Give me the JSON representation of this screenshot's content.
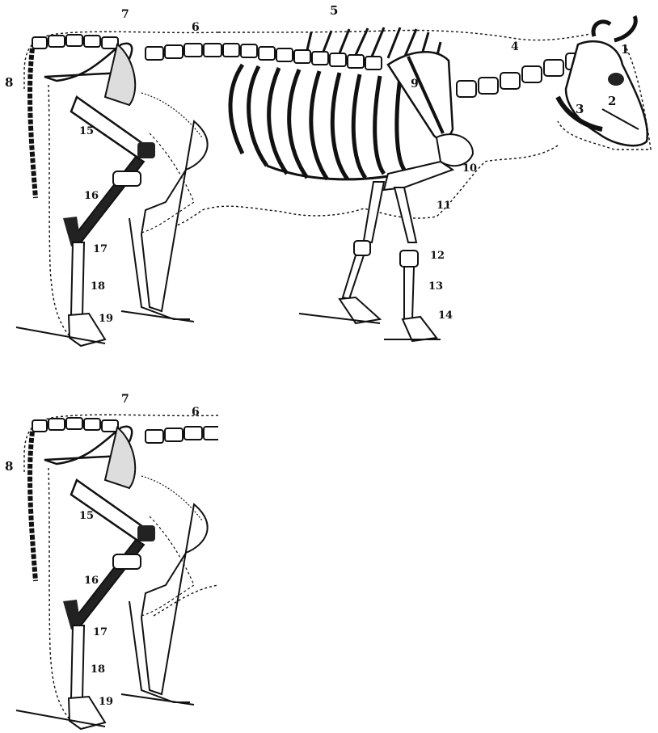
{
  "figure": {
    "main_labels": {
      "l1": "1",
      "l2": "2",
      "l3": "3",
      "l4": "4",
      "l5": "5",
      "l6": "6",
      "l7": "7",
      "l8": "8",
      "l9": "9",
      "l10": "10",
      "l11": "11",
      "l12": "12",
      "l13": "13",
      "l14": "14",
      "l15": "15",
      "l16": "16",
      "l17": "17",
      "l18": "18",
      "l19": "19"
    },
    "detail_labels": {
      "l6": "6",
      "l7": "7",
      "l8": "8",
      "l15": "15",
      "l16": "16",
      "l17": "17",
      "l18": "18",
      "l19": "19"
    }
  }
}
